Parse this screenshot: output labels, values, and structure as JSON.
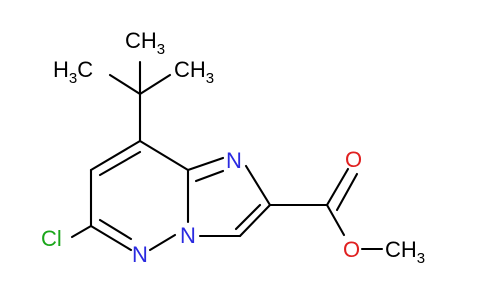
{
  "colors": {
    "bond": "#000000",
    "nitrogen": "#2a2ae0",
    "oxygen": "#e02020",
    "chlorine": "#1aa61a",
    "carbon_label": "#000000",
    "background": "#ffffff"
  },
  "labels": {
    "methyl_top": "CH",
    "methyl_top_sub": "3",
    "methyl_left": "H",
    "methyl_left_sub": "3",
    "methyl_left_c": "C",
    "methyl_right": "CH",
    "methyl_right_sub": "3",
    "chlorine": "Cl",
    "n_imidazole": "N",
    "n_bridge": "N",
    "n_pyridazine": "N",
    "o_carbonyl": "O",
    "o_ester": "O",
    "methyl_ester": "CH",
    "methyl_ester_sub": "3"
  }
}
